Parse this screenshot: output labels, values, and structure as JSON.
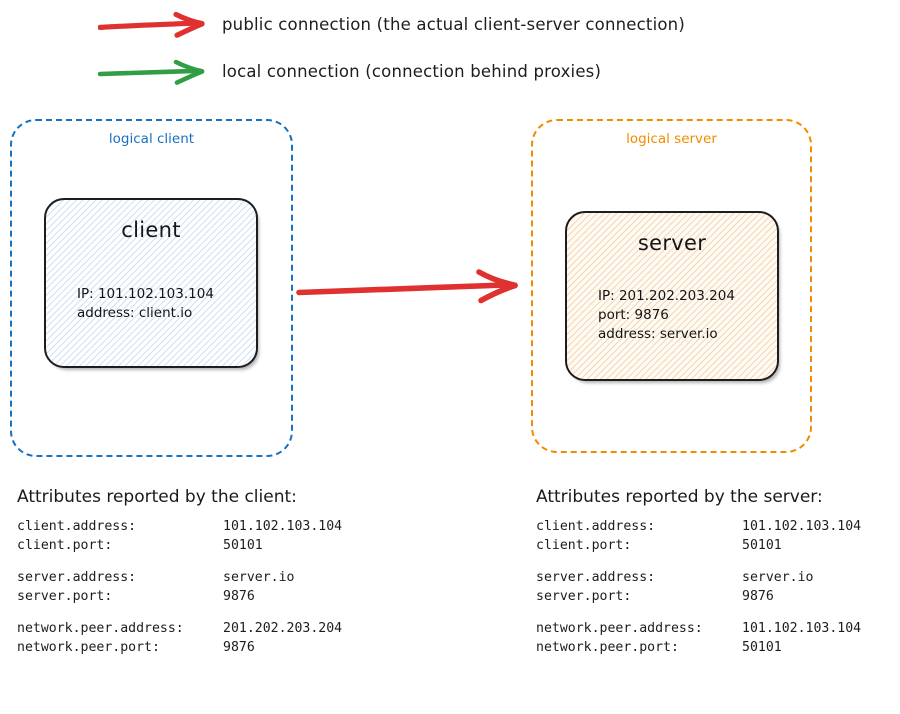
{
  "legend": {
    "items": [
      {
        "id": "public",
        "arrow_icon": "red-right-arrow-icon",
        "color": "#e03131",
        "label": "public connection (the actual client-server connection)"
      },
      {
        "id": "local",
        "arrow_icon": "green-right-arrow-icon",
        "color": "#2f9e44",
        "label": "local connection (connection behind proxies)"
      }
    ]
  },
  "diagram": {
    "client_container": {
      "label": "logical client",
      "border_color": "#1971c2"
    },
    "server_container": {
      "label": "logical server",
      "border_color": "#f08c00"
    },
    "client_node": {
      "title": "client",
      "lines": [
        "IP: 101.102.103.104",
        "address: client.io"
      ],
      "hatch_color": "#cfe3f5"
    },
    "server_node": {
      "title": "server",
      "lines": [
        "IP: 201.202.203.204",
        "port: 9876",
        "address: server.io"
      ],
      "hatch_color": "#f2d9b6"
    },
    "connection_arrow": {
      "icon": "red-right-arrow-icon",
      "color": "#e03131",
      "from": "client",
      "to": "server",
      "kind": "public connection"
    }
  },
  "client_attributes": {
    "heading": "Attributes reported by the client:",
    "groups": [
      {
        "rows": [
          {
            "key": "client.address:",
            "value": "101.102.103.104"
          },
          {
            "key": "client.port:",
            "value": "50101"
          }
        ]
      },
      {
        "rows": [
          {
            "key": "server.address:",
            "value": "server.io"
          },
          {
            "key": "server.port:",
            "value": "9876"
          }
        ]
      },
      {
        "rows": [
          {
            "key": "network.peer.address:",
            "value": "201.202.203.204"
          },
          {
            "key": "network.peer.port:",
            "value": "9876"
          }
        ]
      }
    ]
  },
  "server_attributes": {
    "heading": "Attributes reported by the server:",
    "groups": [
      {
        "rows": [
          {
            "key": "client.address:",
            "value": "101.102.103.104"
          },
          {
            "key": "client.port:",
            "value": "50101"
          }
        ]
      },
      {
        "rows": [
          {
            "key": "server.address:",
            "value": "server.io"
          },
          {
            "key": "server.port:",
            "value": "9876"
          }
        ]
      },
      {
        "rows": [
          {
            "key": "network.peer.address:",
            "value": "101.102.103.104"
          },
          {
            "key": "network.peer.port:",
            "value": "50101"
          }
        ]
      }
    ]
  }
}
